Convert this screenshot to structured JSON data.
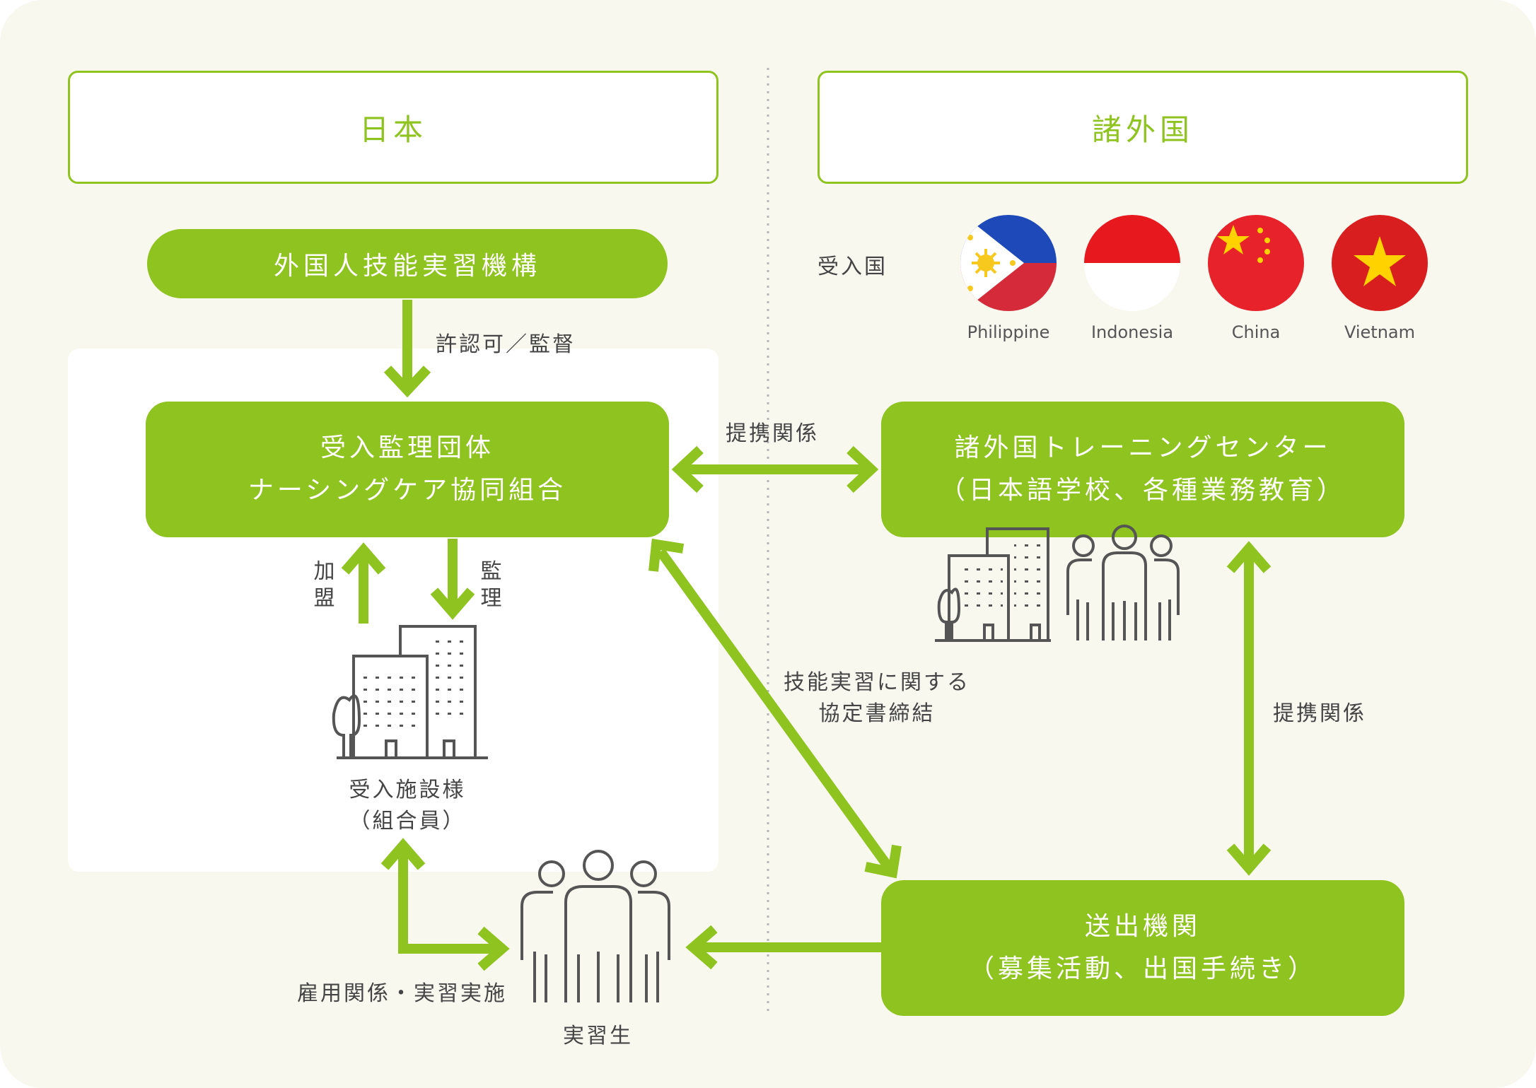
{
  "header": {
    "japan": "日本",
    "foreign": "諸外国"
  },
  "boxes": {
    "otit": "外国人技能実習機構",
    "supervising_line1": "受入監理団体",
    "supervising_line2": "ナーシングケア協同組合",
    "training_line1": "諸外国トレーニングセンター",
    "training_line2": "（日本語学校、各種業務教育）",
    "sending_line1": "送出機関",
    "sending_line2": "（募集活動、出国手続き）"
  },
  "labels": {
    "permit": "許認可／監督",
    "partnership_top": "提携関係",
    "partnership_right": "提携関係",
    "join_1": "加",
    "join_2": "盟",
    "supervise_1": "監",
    "supervise_2": "理",
    "facility_line1": "受入施設様",
    "facility_line2": "（組合員）",
    "agreement_line1": "技能実習に関する",
    "agreement_line2": "協定書締結",
    "employment": "雇用関係・実習実施",
    "trainee": "実習生",
    "receiving_countries": "受入国"
  },
  "flags": [
    {
      "name": "Philippine",
      "icon": "philippines-flag-icon"
    },
    {
      "name": "Indonesia",
      "icon": "indonesia-flag-icon"
    },
    {
      "name": "China",
      "icon": "china-flag-icon"
    },
    {
      "name": "Vietnam",
      "icon": "vietnam-flag-icon"
    }
  ],
  "colors": {
    "accent": "#8fc31f",
    "background": "#f8f8ef",
    "icon_stroke": "#555555",
    "text": "#444444"
  }
}
